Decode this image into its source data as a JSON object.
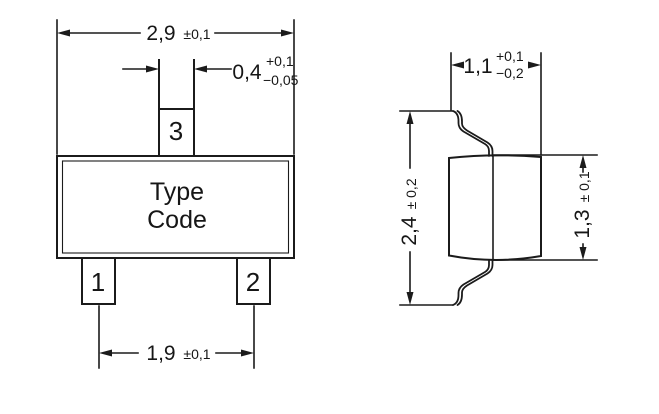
{
  "front_view": {
    "marking": {
      "line1": "Type",
      "line2": "Code"
    },
    "pins": {
      "pin1": "1",
      "pin2": "2",
      "pin3": "3"
    },
    "dims": {
      "body_width": {
        "value": "2,9",
        "tol": "±0,1"
      },
      "lead_width": {
        "value": "0,4",
        "tol_plus": "+0,1",
        "tol_minus": "−0,05"
      },
      "lead_pitch": {
        "value": "1,9",
        "tol": "±0,1"
      }
    }
  },
  "side_view": {
    "dims": {
      "package_width": {
        "value": "1,1",
        "tol_plus": "+0,1",
        "tol_minus": "−0,2"
      },
      "total_height": {
        "value": "2,4",
        "tol": "± 0,2"
      },
      "body_height": {
        "value": "1,3",
        "tol": "± 0,1"
      }
    }
  },
  "colors": {
    "line": "#1b1b1b",
    "background": "#ffffff"
  }
}
